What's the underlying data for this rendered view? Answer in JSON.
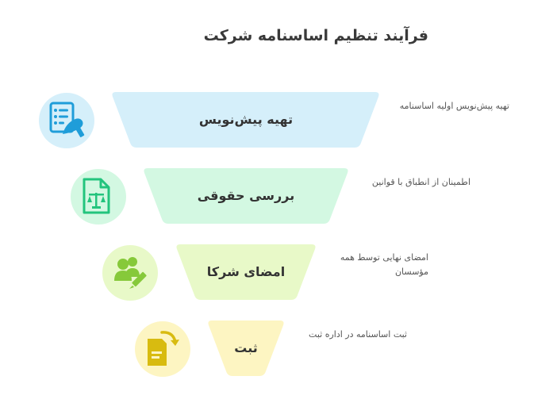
{
  "title": "فرآیند تنظیم اساسنامه شرکت",
  "stages": [
    {
      "label": "تهیه پیش‌نویس",
      "description": "تهیه پیش‌نویس اولیه اساسنامه",
      "icon": "document-edit-icon",
      "color": "#d5effa",
      "icon_bg": "#d5effa",
      "icon_color": "#1f9dd9"
    },
    {
      "label": "بررسی حقوقی",
      "description": "اطمینان از انطباق با قوانین",
      "icon": "legal-document-scale-icon",
      "color": "#d3f8e2",
      "icon_bg": "#d3f8e2",
      "icon_color": "#23c47d"
    },
    {
      "label": "امضای شرکا",
      "description": "امضای نهایی توسط همه مؤسسان",
      "icon": "users-sign-icon",
      "color": "#e8f9c8",
      "icon_bg": "#e8f9c8",
      "icon_color": "#86c93a"
    },
    {
      "label": "ثبت",
      "description": "ثبت اساسنامه در اداره ثبت",
      "icon": "document-forward-icon",
      "color": "#fdf5c2",
      "icon_bg": "#fdf5c2",
      "icon_color": "#d8bb10"
    }
  ]
}
